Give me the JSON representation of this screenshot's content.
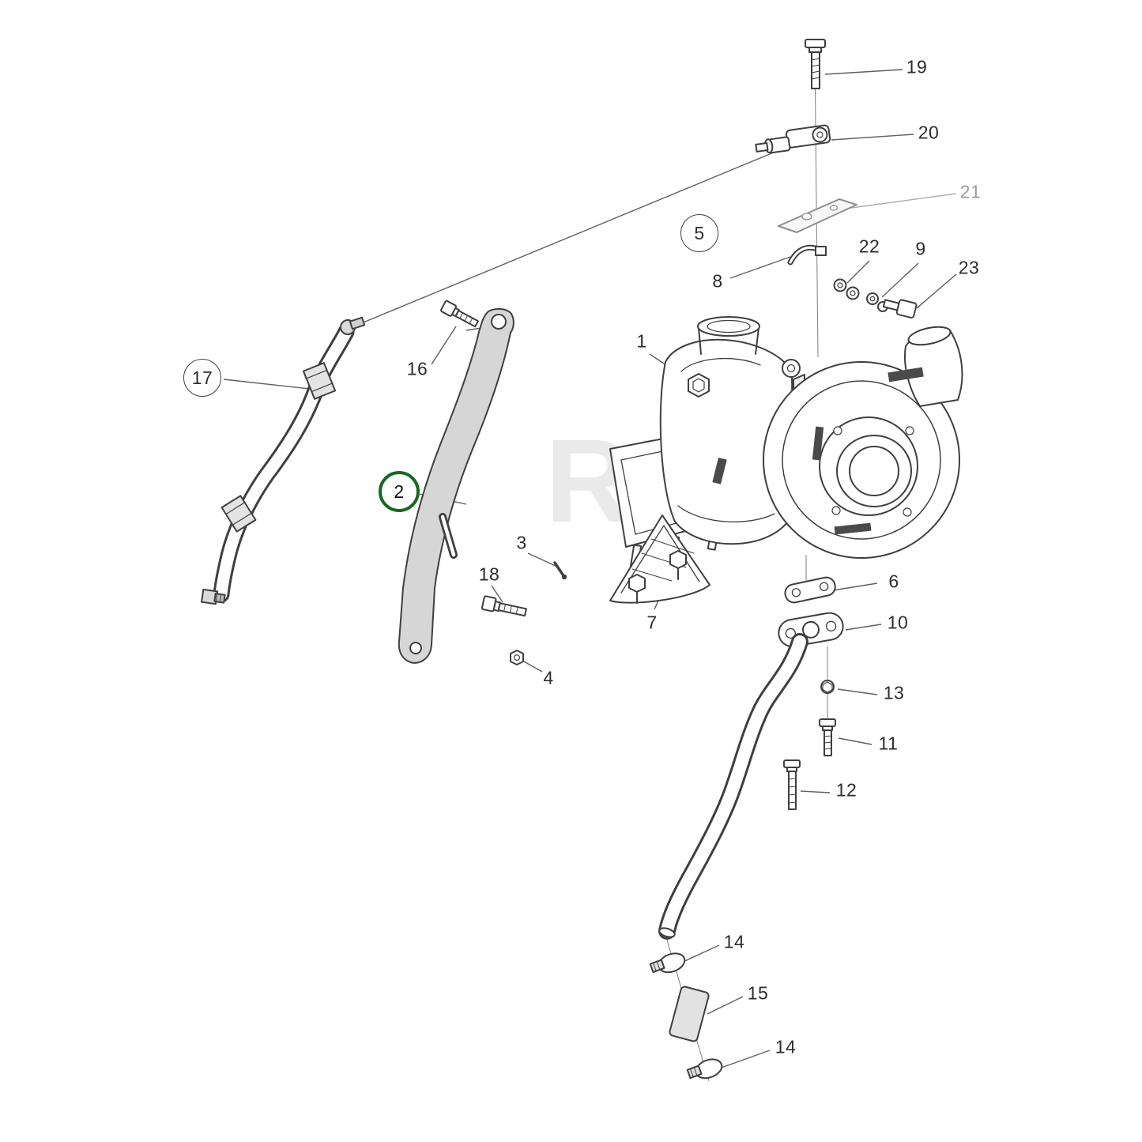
{
  "page": {
    "background": "#ffffff",
    "watermark": "RTV"
  },
  "colors": {
    "line": "#3f3f3f",
    "leader": "#5f5f5f",
    "muted_leader": "#ababab",
    "axis": "#8a8a8a",
    "highlight_ring": "#17691f",
    "label": "#2d2d2d",
    "muted_label": "#9c9c9c"
  },
  "callouts": [
    {
      "id": "19",
      "label": "19",
      "style": "plain"
    },
    {
      "id": "20",
      "label": "20",
      "style": "plain"
    },
    {
      "id": "21",
      "label": "21",
      "style": "muted"
    },
    {
      "id": "5",
      "label": "5",
      "style": "circled"
    },
    {
      "id": "8",
      "label": "8",
      "style": "plain"
    },
    {
      "id": "22",
      "label": "22",
      "style": "plain"
    },
    {
      "id": "9",
      "label": "9",
      "style": "plain"
    },
    {
      "id": "23",
      "label": "23",
      "style": "plain"
    },
    {
      "id": "1",
      "label": "1",
      "style": "plain"
    },
    {
      "id": "16",
      "label": "16",
      "style": "plain"
    },
    {
      "id": "17",
      "label": "17",
      "style": "circled"
    },
    {
      "id": "2",
      "label": "2",
      "style": "circled-highlight"
    },
    {
      "id": "3",
      "label": "3",
      "style": "plain"
    },
    {
      "id": "18",
      "label": "18",
      "style": "plain"
    },
    {
      "id": "7",
      "label": "7",
      "style": "plain"
    },
    {
      "id": "4",
      "label": "4",
      "style": "plain"
    },
    {
      "id": "6",
      "label": "6",
      "style": "plain"
    },
    {
      "id": "10",
      "label": "10",
      "style": "plain"
    },
    {
      "id": "13",
      "label": "13",
      "style": "plain"
    },
    {
      "id": "11",
      "label": "11",
      "style": "plain"
    },
    {
      "id": "12",
      "label": "12",
      "style": "plain"
    },
    {
      "id": "14-upper",
      "label": "14",
      "style": "plain"
    },
    {
      "id": "15",
      "label": "15",
      "style": "plain"
    },
    {
      "id": "14-lower",
      "label": "14",
      "style": "plain"
    }
  ]
}
